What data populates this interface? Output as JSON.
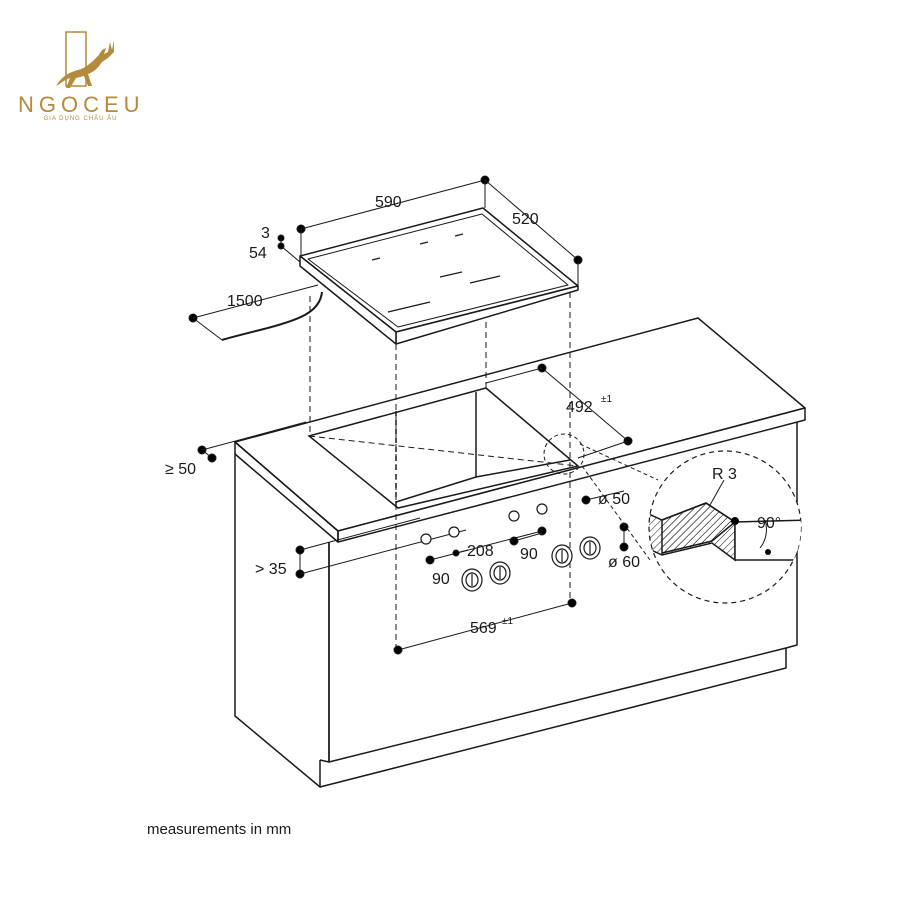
{
  "brand": {
    "name": "NGOCEU",
    "tagline": "GIA DỤNG CHÂU ÂU"
  },
  "dimensions": {
    "width": "590",
    "depth": "520",
    "glass_thickness": "3",
    "height": "54",
    "cable_length": "1500",
    "cutout_depth": "492",
    "cutout_depth_tol": "±1",
    "cutout_width": "569",
    "cutout_width_tol": "±1",
    "min_edge_distance": "≥ 50",
    "min_clearance": "> 35",
    "knob_spacing_1": "208",
    "knob_spacing_2": "90",
    "knob_spacing_3": "90",
    "knob_hole_diameter": "ø 50",
    "knob_diameter": "ø 60"
  },
  "detail": {
    "radius": "R 3",
    "angle": "90°"
  },
  "footnote": "measurements in mm"
}
